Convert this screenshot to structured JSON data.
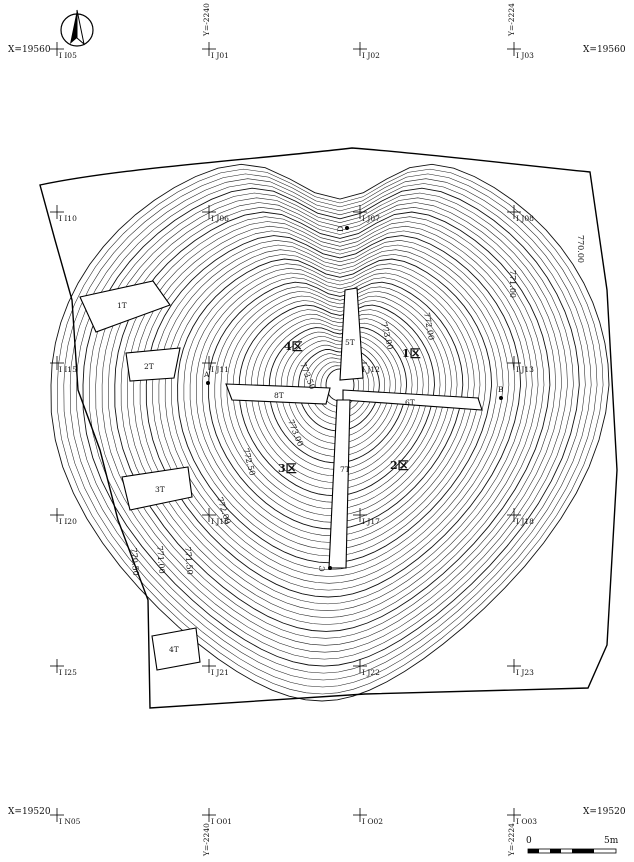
{
  "coords": {
    "x_top": "X=19560",
    "x_bottom": "X=19520",
    "y_left_top": "Y=-2240",
    "y_right_top": "Y=-2224",
    "y_left_bottom": "Y=-2240",
    "y_right_bottom": "Y=-2224"
  },
  "grid_points": [
    {
      "id": "I05",
      "label": "I I05"
    },
    {
      "id": "J01",
      "label": "I J01"
    },
    {
      "id": "J02",
      "label": "I J02"
    },
    {
      "id": "J03",
      "label": "I J03"
    },
    {
      "id": "I10",
      "label": "I I10"
    },
    {
      "id": "J06",
      "label": "I J06"
    },
    {
      "id": "J07",
      "label": "I J07"
    },
    {
      "id": "J08",
      "label": "I J08"
    },
    {
      "id": "I15",
      "label": "I I15"
    },
    {
      "id": "J11",
      "label": "I J11"
    },
    {
      "id": "J12",
      "label": "I J12"
    },
    {
      "id": "J13",
      "label": "I J13"
    },
    {
      "id": "I20",
      "label": "I I20"
    },
    {
      "id": "I16",
      "label": "I J16"
    },
    {
      "id": "J17",
      "label": "I J17"
    },
    {
      "id": "J18",
      "label": "I J18"
    },
    {
      "id": "I25",
      "label": "I I25"
    },
    {
      "id": "J21",
      "label": "I J21"
    },
    {
      "id": "J22",
      "label": "I J22"
    },
    {
      "id": "J23",
      "label": "I J23"
    },
    {
      "id": "N05",
      "label": "I N05"
    },
    {
      "id": "O01",
      "label": "I O01"
    },
    {
      "id": "O02",
      "label": "I O02"
    },
    {
      "id": "O03",
      "label": "I O03"
    }
  ],
  "trenches": [
    "1T",
    "2T",
    "3T",
    "4T",
    "5T",
    "6T",
    "7T",
    "8T"
  ],
  "zones": [
    "1区",
    "2区",
    "3区",
    "4区"
  ],
  "contour_labels": [
    "773.50",
    "773.00",
    "772.50",
    "772.00",
    "771.50",
    "771.00",
    "770.50",
    "770.00",
    "771.00",
    "772.00",
    "773.00"
  ],
  "points": [
    "A",
    "B",
    "C",
    "D"
  ],
  "scale": {
    "start": "0",
    "end": "5m"
  }
}
